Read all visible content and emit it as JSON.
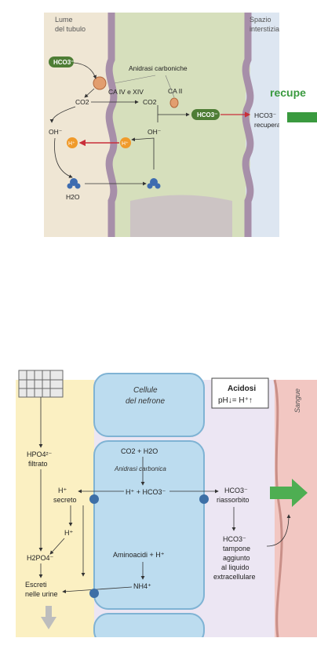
{
  "top_diagram": {
    "lumen_label": [
      "Lume",
      "del tubulo"
    ],
    "interstitial_label": [
      "Spazio",
      "interstiziale"
    ],
    "enzyme_title": "Anidrasi carboniche",
    "ca_membrane": "CA IV e XIV",
    "ca_cytosol": "CA II",
    "hco3_lumen": "HCO3⁻",
    "co2_lumen": "CO2",
    "co2_cell": "CO2",
    "oh_lumen": "OH⁻",
    "oh_cell": "OH⁻",
    "h_lumen": "H⁺",
    "h_cell": "H⁺",
    "hco3_cell": "HCO3⁻",
    "h2o_lumen": "H2O",
    "hco3_recovered": "HCO3⁻",
    "recovered_label": "recuperato",
    "overlay_text": "recupe"
  },
  "bottom_diagram": {
    "cells_label": [
      "Cellule",
      "del nefrone"
    ],
    "acidosis_title": "Acidosi",
    "acidosis_formula": "pH↓= H⁺↑",
    "blood_label": "Sangue",
    "hpo4": "HPO4²⁻",
    "hpo4_sub": "filtrato",
    "reaction_top": "CO2 + H2O",
    "enzyme": "Anidrasi carbonica",
    "reaction_products": "H⁺ + HCO3⁻",
    "h_secreted": "H⁺",
    "h_secreted_sub": "secreto",
    "h_second": "H⁺",
    "h2po4": "H2PO4⁻",
    "excreted": [
      "Escreti",
      "nelle urine"
    ],
    "amino": "Aminoacidi + H⁺",
    "nh4": "NH4⁺",
    "hco3_reabs": "HCO3⁻",
    "hco3_reabs_sub": "riassorbito",
    "hco3_buffer": "HCO3⁻",
    "hco3_buffer_sub": [
      "tampone",
      "aggiunto",
      "al liquido",
      "extracellulare"
    ]
  },
  "colors": {
    "top_background": "#efe6d4",
    "membrane": "#a78fa9",
    "cell_green": "#cfdcab",
    "hco3_pill": "#4e7d35",
    "carrier": "#e29e6f",
    "h_ion": "#f09a2a",
    "water": "#3e6cb0",
    "arrow_red": "#c92f3a",
    "recover_green": "#3a9a3f",
    "lumen_yellow": "#fbf0c2",
    "cell_blue": "#bcdcef",
    "interstitial_lilac": "#ece6f3",
    "blood_pink": "#f2c7c2",
    "transporter": "#3d6fa6",
    "arrow_green": "#4eae52"
  }
}
